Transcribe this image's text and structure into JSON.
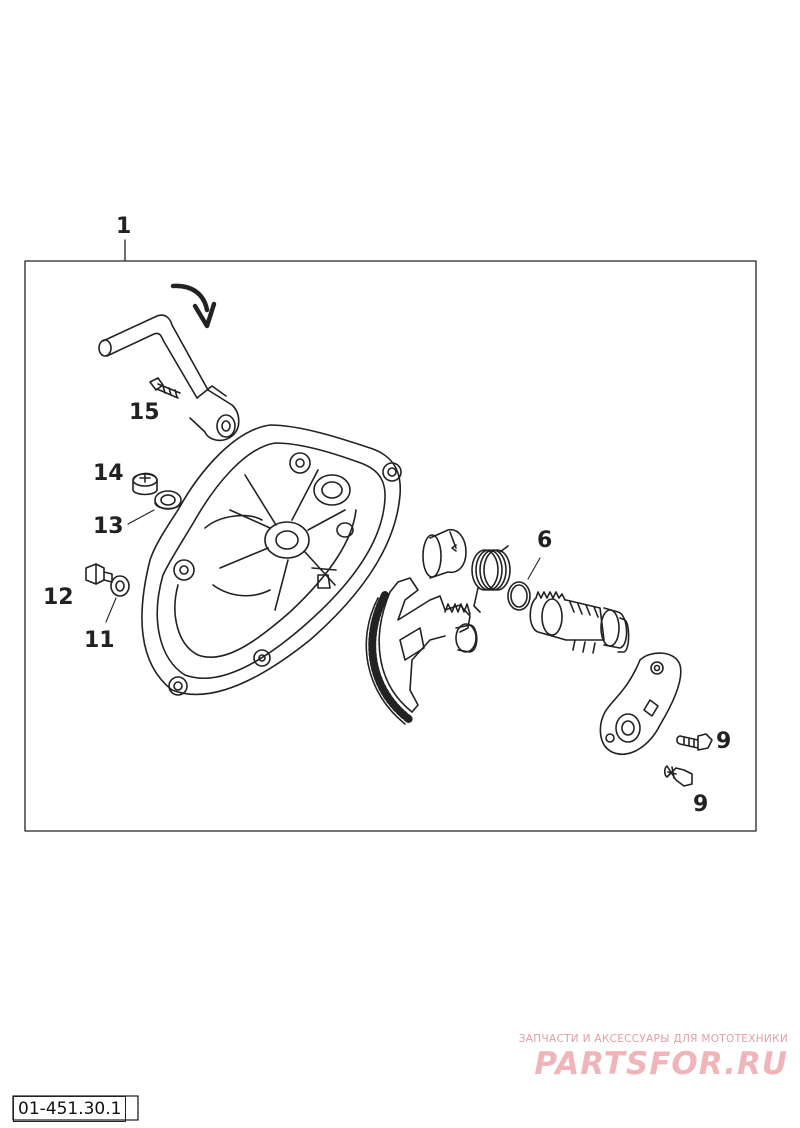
{
  "callouts": {
    "assembly": "1",
    "bolt_top": "9",
    "bolt_bottom": "9",
    "washer": "11",
    "plug": "12",
    "seal_washer": "13",
    "cap": "14",
    "pedal_bolt": "15",
    "o_ring": "6"
  },
  "watermark": {
    "tagline": "ЗАПЧАСТИ И АКСЕССУАРЫ ДЛЯ МОТОТЕХНИКИ",
    "logo": "PARTSFOR.RU"
  },
  "diagram_code": "01-451.30.1",
  "colors": {
    "line": "#222222",
    "watermark": "#f0b5b9"
  }
}
